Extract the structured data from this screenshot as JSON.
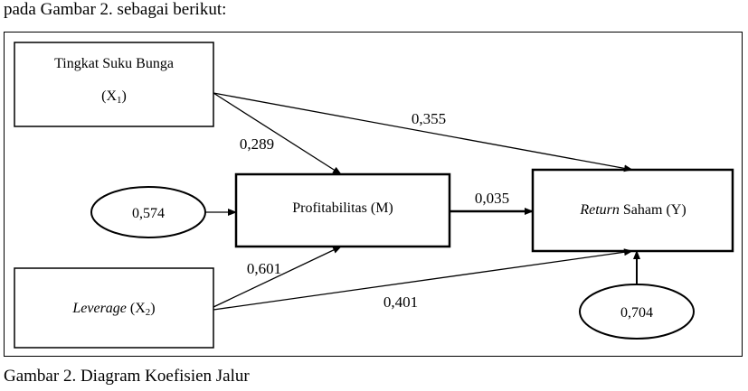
{
  "intro_text": "pada Gambar 2. sebagai berikut:",
  "caption": "Gambar 2. Diagram Koefisien Jalur",
  "nodes": {
    "x1": {
      "title": "Tingkat Suku Bunga",
      "sub_prefix": "(X",
      "sub_index": "1",
      "sub_suffix": ")"
    },
    "m": {
      "label": "Profitabilitas (M)"
    },
    "y": {
      "italic": "Return",
      "rest": " Saham (Y)"
    },
    "x2": {
      "italic": "Leverage",
      "rest_prefix": " (X",
      "sub_index": "2",
      "rest_suffix": ")"
    },
    "error_m": "0,574",
    "error_y": "0,704"
  },
  "paths": {
    "x1_m": "0,289",
    "x1_y": "0,355",
    "m_y": "0,035",
    "x2_m": "0,601",
    "x2_y": "0,401"
  }
}
